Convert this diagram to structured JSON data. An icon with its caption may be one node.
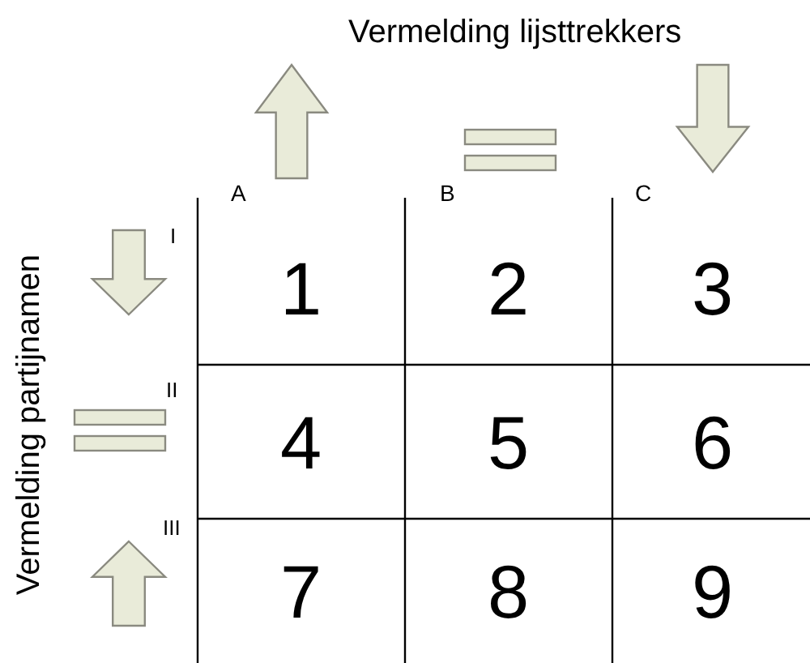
{
  "diagram": {
    "labels": [
      "Vermelding lijsttrekkers",
      "A",
      "B",
      "C",
      "Vermelding partijnamen",
      "I",
      "1",
      "2",
      "3",
      "II",
      "4",
      "5",
      "6",
      "III",
      "7",
      "8",
      "9"
    ]
  }
}
